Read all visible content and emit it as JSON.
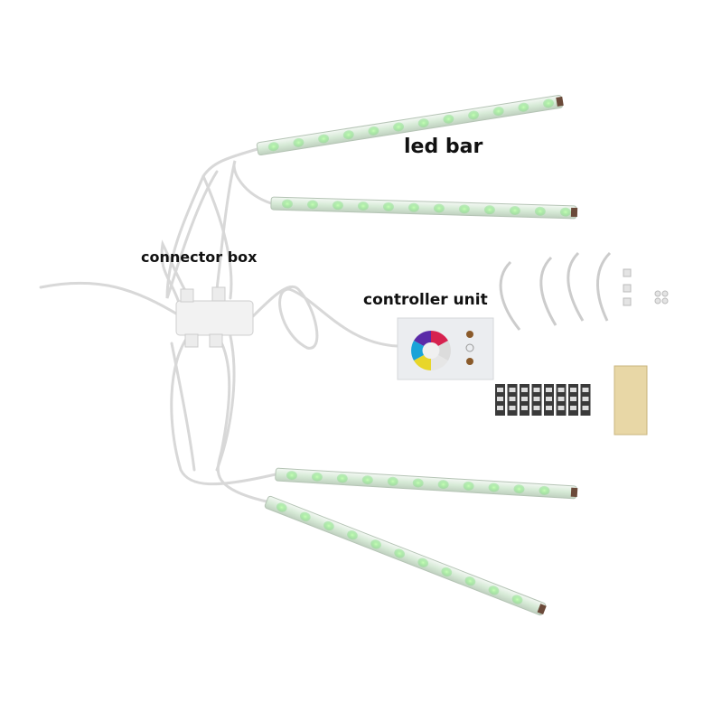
{
  "labels": {
    "led_bar": "led bar",
    "connector_box": "connector box",
    "controller_unit": "controller unit"
  },
  "colors": {
    "led_green": "#7be07b",
    "bar_body": "#e6ece6",
    "cable": "#e8e8e8"
  }
}
